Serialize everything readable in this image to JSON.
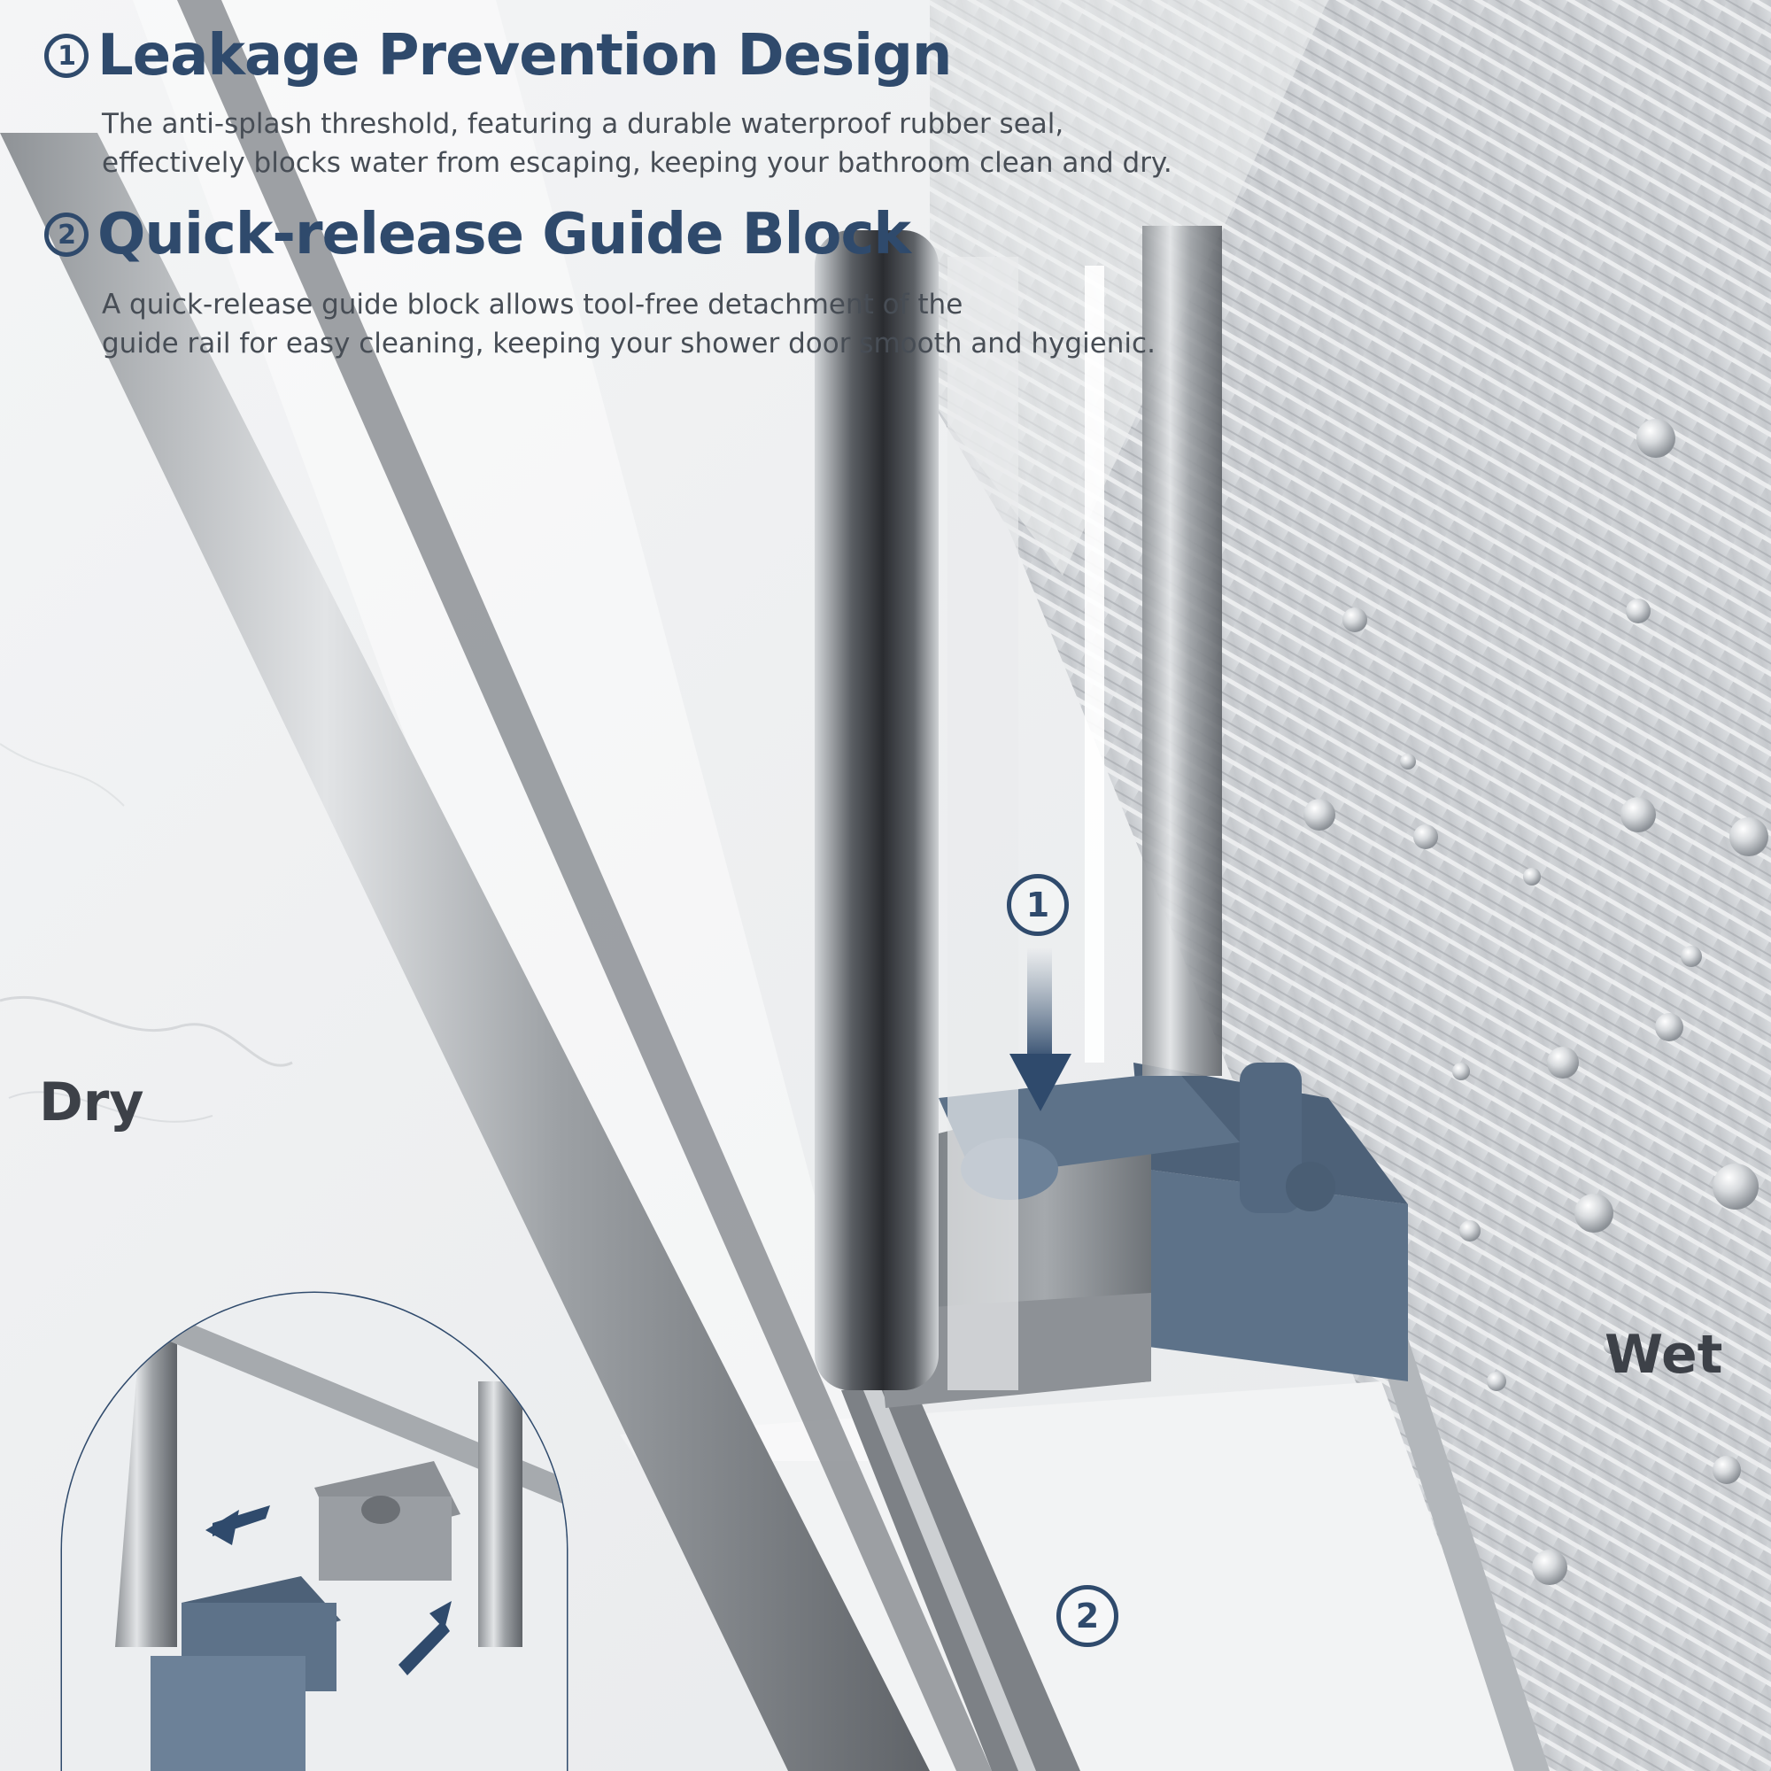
{
  "features": [
    {
      "number": "1",
      "title": "Leakage Prevention Design",
      "description_lines": [
        "The anti-splash threshold, featuring a durable waterproof rubber seal,",
        "effectively blocks water from escaping, keeping your bathroom clean and dry."
      ]
    },
    {
      "number": "2",
      "title": "Quick-release Guide Block",
      "description_lines": [
        "A quick-release guide block allows tool-free detachment of the",
        "guide rail for easy cleaning, keeping your shower door smooth and hygienic."
      ]
    }
  ],
  "zones": {
    "dry": "Dry",
    "wet": "Wet"
  },
  "markers": {
    "first": "1",
    "second": "2"
  },
  "colors": {
    "brand_blue": "#2f4a6c",
    "block_blue_gray": "#5d7289",
    "text_gray": "#474d55",
    "label_dark": "#3d4148"
  }
}
